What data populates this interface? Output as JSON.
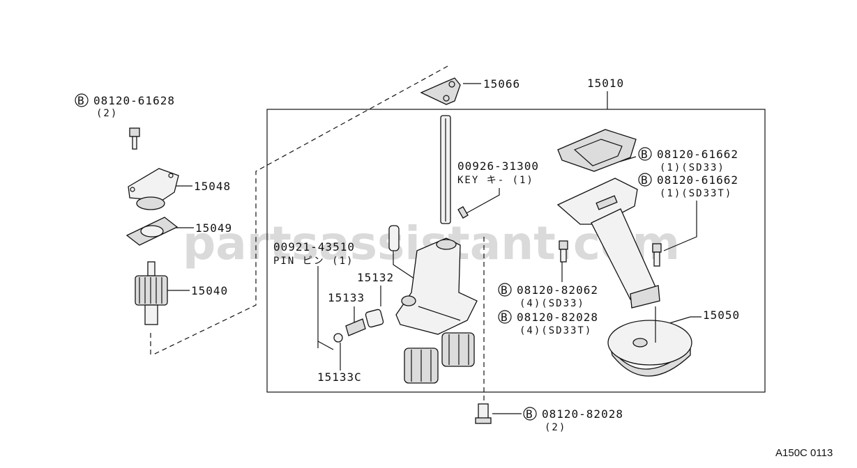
{
  "watermark": "partsassistant.com",
  "diagram_code": "A150C 0113",
  "bolt_symbol": "B",
  "labels": {
    "p15066": "15066",
    "p15010": "15010",
    "p15048": "15048",
    "p15049": "15049",
    "p15040": "15040",
    "p15132": "15132",
    "p15133": "15133",
    "p15133c": "15133C",
    "p15050": "15050",
    "key_part": "00926-31300",
    "key_name": "KEY  キ-  (1)",
    "pin_part": "00921-43510",
    "pin_name": "PIN  ピン  (1)"
  },
  "bolts": {
    "b1": {
      "part": "08120-61628",
      "qty": "(2)"
    },
    "b2": {
      "part": "08120-61662",
      "qty": "(1)(SD33)"
    },
    "b3": {
      "part": "08120-61662",
      "qty": "(1)(SD33T)"
    },
    "b4": {
      "part": "08120-82062",
      "qty": "(4)(SD33)"
    },
    "b5": {
      "part": "08120-82028",
      "qty": "(4)(SD33T)"
    },
    "b6": {
      "part": "08120-82028",
      "qty": "(2)"
    }
  }
}
